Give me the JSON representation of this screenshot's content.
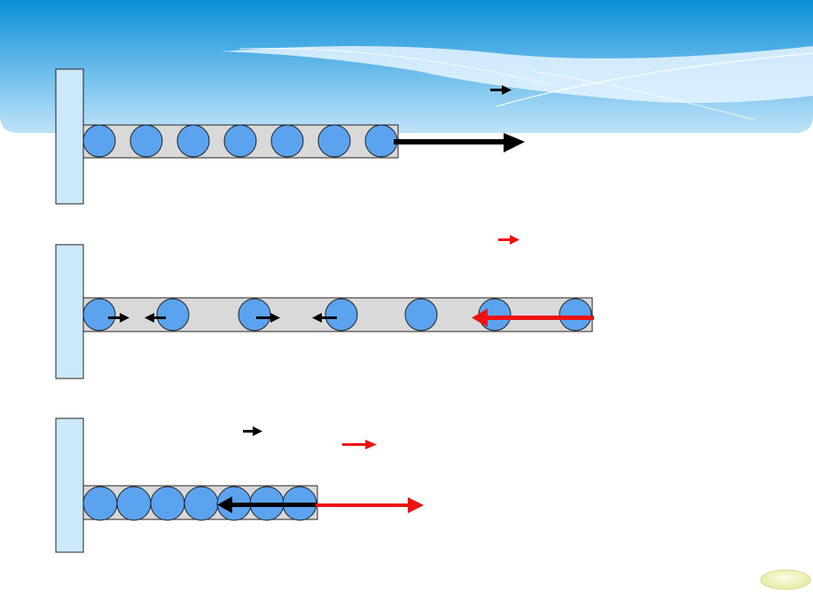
{
  "colors": {
    "header_top": "#0a8fd8",
    "header_bottom": "#bfe3fa",
    "wave": "#e8f6ff",
    "wall_fill": "#cce8fb",
    "rod_fill": "#d9d9d9",
    "ball_fill": "#5ba3ef",
    "outline": "#222222",
    "black_arrow": "#000000",
    "red_arrow": "#ee1111",
    "button_fill": "#f3f6c8",
    "button_edge": "#d9e0a0"
  },
  "panels": [
    {
      "name": "compressed-chain",
      "balls": 7,
      "arrows": [
        {
          "color": "black",
          "size": "large",
          "direction": "right",
          "from_ball": 7
        },
        {
          "color": "black",
          "size": "small",
          "direction": "right",
          "placement": "legend"
        }
      ]
    },
    {
      "name": "spread-chain",
      "balls": 7,
      "arrows": [
        {
          "color": "black",
          "size": "small",
          "direction": "right",
          "placement": "between-balls"
        },
        {
          "color": "black",
          "size": "small",
          "direction": "left",
          "placement": "between-balls"
        },
        {
          "color": "black",
          "size": "small",
          "direction": "right",
          "placement": "between-balls"
        },
        {
          "color": "black",
          "size": "small",
          "direction": "left",
          "placement": "between-balls"
        },
        {
          "color": "red",
          "size": "large",
          "direction": "left",
          "from_ball": 7
        },
        {
          "color": "red",
          "size": "small",
          "direction": "right",
          "placement": "legend"
        }
      ]
    },
    {
      "name": "packed-chain",
      "balls": 7,
      "arrows": [
        {
          "color": "black",
          "size": "medium",
          "direction": "left"
        },
        {
          "color": "red",
          "size": "medium",
          "direction": "right"
        },
        {
          "color": "black",
          "size": "small",
          "direction": "right",
          "placement": "legend"
        },
        {
          "color": "red",
          "size": "small",
          "direction": "right",
          "placement": "legend"
        }
      ]
    }
  ],
  "nav": {
    "next_icon": "oval-button-icon"
  }
}
